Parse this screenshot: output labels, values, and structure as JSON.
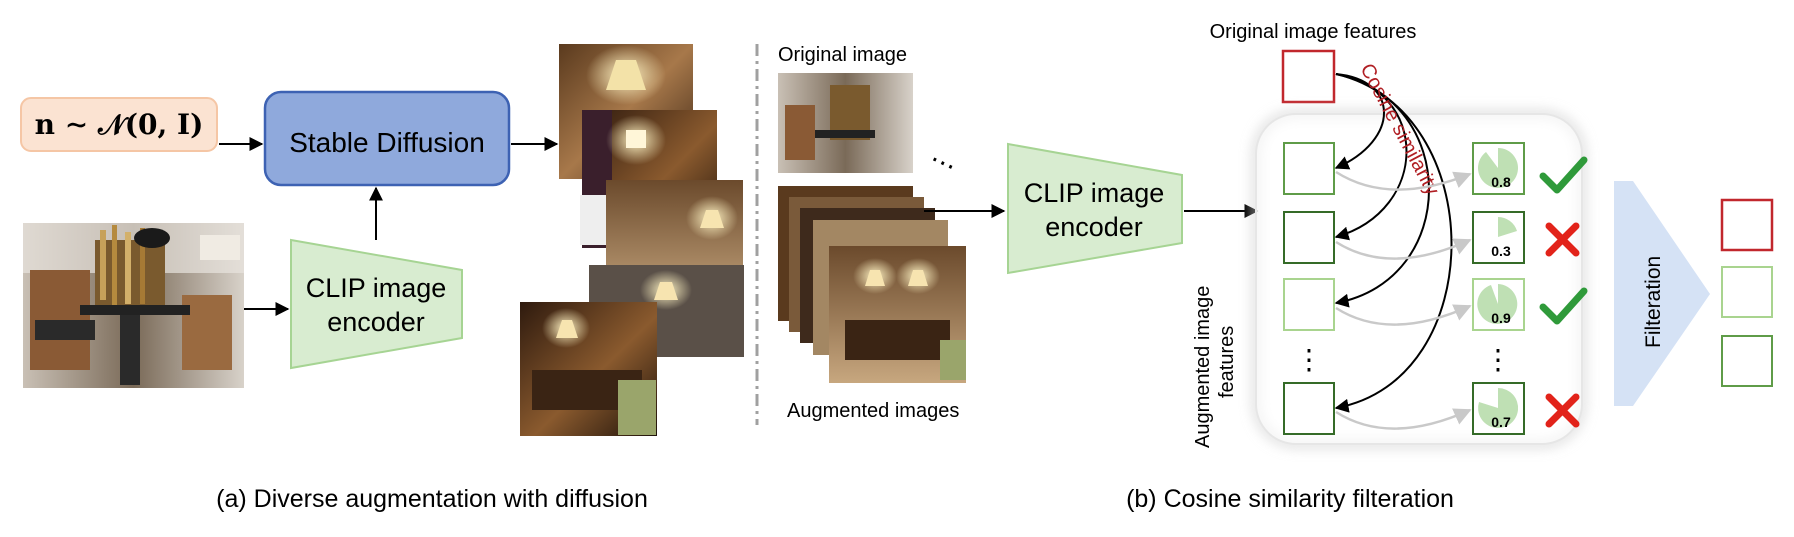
{
  "part_a": {
    "noise_label": "n ∼ 𝒩(0, I)",
    "stable_diffusion_label": "Stable Diffusion",
    "clip_encoder_line1": "CLIP image",
    "clip_encoder_line2": "encoder",
    "caption": "(a) Diverse augmentation with diffusion"
  },
  "part_b": {
    "original_image_label": "Original image",
    "augmented_images_label": "Augmented images",
    "ellipsis": "⋯",
    "clip_encoder_line1": "CLIP image",
    "clip_encoder_line2": "encoder",
    "original_features_label": "Original image features",
    "cosine_similarity_label": "Cosine similarity",
    "augmented_features_line1": "Augmented image",
    "augmented_features_line2": "features",
    "filteration_label": "Filteration",
    "vertical_ellipsis": "⋮",
    "scores": [
      "0.8",
      "0.3",
      "0.9",
      "0.7"
    ],
    "score_fill_fractions": [
      0.8,
      0.3,
      0.9,
      0.7
    ],
    "decisions": [
      "keep",
      "drop",
      "keep",
      "drop"
    ],
    "caption": "(b) Cosine similarity filteration"
  },
  "colors": {
    "noise_fill": "#fbe3d2",
    "noise_stroke": "#f5c6a5",
    "stable_diffusion_fill": "#8fa9dc",
    "stable_diffusion_stroke": "#3d62b3",
    "encoder_fill": "#d8ecd0",
    "encoder_stroke": "#a6d493",
    "original_feature_red": "#c1272d",
    "feature_green_dark": "#356b28",
    "feature_green_mid": "#5f9c48",
    "feature_green_light": "#a9d48f",
    "check_green": "#2f9a3a",
    "cross_red": "#e2231a",
    "filter_arrow_fill": "#d5e2f5",
    "cosine_text_red": "#b01e23"
  },
  "icons": [
    "right-arrow-icon",
    "up-arrow-icon",
    "check-icon",
    "cross-icon",
    "pie-score-icon",
    "chevron-filter-icon"
  ]
}
